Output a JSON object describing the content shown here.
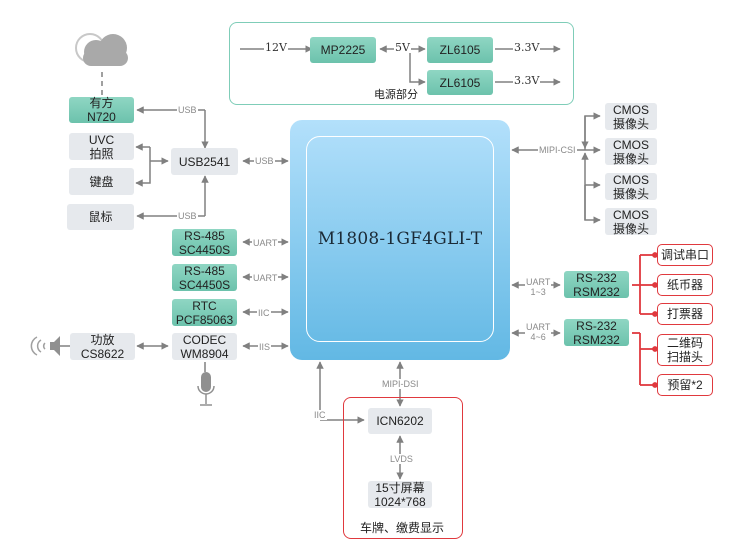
{
  "power": {
    "title": "电源部分",
    "input_label": "12V",
    "mid_label": "5V",
    "out_label_1": "3.3V",
    "out_label_2": "3.3V",
    "mp": "MP2225",
    "zl1": "ZL6105",
    "zl2": "ZL6105"
  },
  "cpu": {
    "name": "M1808-1GF4GLI-T"
  },
  "left": {
    "cloud_icon": "cloud-icon",
    "n720": [
      "有方",
      "N720"
    ],
    "uvc": [
      "UVC",
      "拍照"
    ],
    "keyboard": "键盘",
    "mouse": "鼠标",
    "usb_hub": "USB2541",
    "usb_label_top": "USB",
    "usb_label_bottom": "USB",
    "usb_label_cpu": "USB",
    "rs485_1": [
      "RS-485",
      "SC4450S"
    ],
    "rs485_2": [
      "RS-485",
      "SC4450S"
    ],
    "rtc": [
      "RTC",
      "PCF85063"
    ],
    "codec": [
      "CODEC",
      "WM8904"
    ],
    "amp": [
      "功放",
      "CS8622"
    ],
    "uart1": "UART",
    "uart2": "UART",
    "iic": "IIC",
    "iis": "IIS",
    "speaker_icon": "speaker-icon",
    "mic_icon": "microphone-icon"
  },
  "right": {
    "mipi_csi": "MIPI-CSI",
    "cmos": [
      [
        "CMOS",
        "摄像头"
      ],
      [
        "CMOS",
        "摄像头"
      ],
      [
        "CMOS",
        "摄像头"
      ],
      [
        "CMOS",
        "摄像头"
      ]
    ],
    "uart_a": [
      "UART",
      "1~3"
    ],
    "uart_b": [
      "UART",
      "4~6"
    ],
    "rs232_1": [
      "RS-232",
      "RSM232"
    ],
    "rs232_2": [
      "RS-232",
      "RSM232"
    ],
    "peripherals_a": [
      "调试串口",
      "纸币器",
      "打票器"
    ],
    "peripherals_b": [
      [
        "二维码",
        "扫描头"
      ],
      "预留*2"
    ]
  },
  "bottom": {
    "mipi_dsi": "MIPI-DSI",
    "iic": "IIC",
    "bridge": "ICN6202",
    "lvds": "LVDS",
    "screen": [
      "15寸屏幕",
      "1024*768"
    ],
    "caption": "车牌、缴费显示"
  }
}
